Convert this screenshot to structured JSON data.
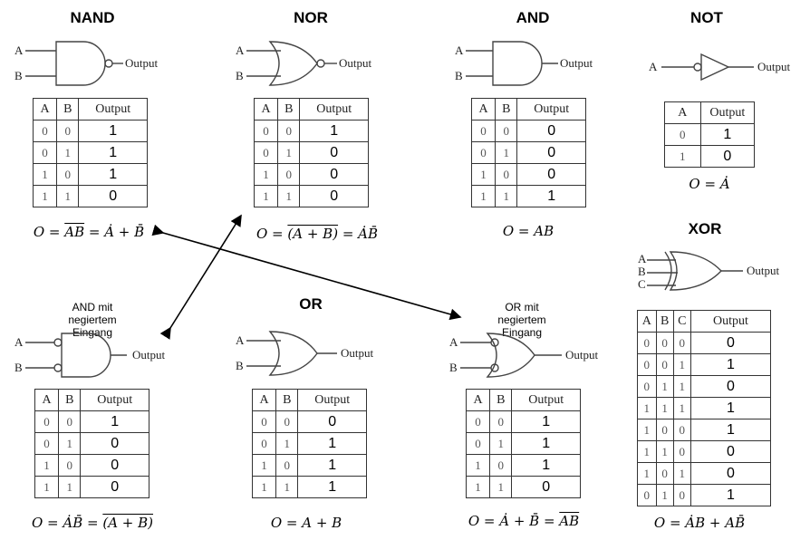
{
  "gates": [
    {
      "id": "nand",
      "title": "NAND",
      "inputs": [
        "A",
        "B"
      ],
      "output": "Output",
      "header": [
        "A",
        "B",
        "Output"
      ],
      "rows": [
        [
          "0",
          "0",
          "1"
        ],
        [
          "0",
          "1",
          "1"
        ],
        [
          "1",
          "0",
          "1"
        ],
        [
          "1",
          "1",
          "0"
        ]
      ]
    },
    {
      "id": "nor",
      "title": "NOR",
      "inputs": [
        "A",
        "B"
      ],
      "output": "Output",
      "header": [
        "A",
        "B",
        "Output"
      ],
      "rows": [
        [
          "0",
          "0",
          "1"
        ],
        [
          "0",
          "1",
          "0"
        ],
        [
          "1",
          "0",
          "0"
        ],
        [
          "1",
          "1",
          "0"
        ]
      ]
    },
    {
      "id": "and",
      "title": "AND",
      "inputs": [
        "A",
        "B"
      ],
      "output": "Output",
      "header": [
        "A",
        "B",
        "Output"
      ],
      "rows": [
        [
          "0",
          "0",
          "0"
        ],
        [
          "0",
          "1",
          "0"
        ],
        [
          "1",
          "0",
          "0"
        ],
        [
          "1",
          "1",
          "1"
        ]
      ]
    },
    {
      "id": "not",
      "title": "NOT",
      "inputs": [
        "A"
      ],
      "output": "Output",
      "header": [
        "A",
        "Output"
      ],
      "rows": [
        [
          "0",
          "1"
        ],
        [
          "1",
          "0"
        ]
      ]
    },
    {
      "id": "xor",
      "title": "XOR",
      "inputs": [
        "A",
        "B",
        "C"
      ],
      "output": "Output",
      "header": [
        "A",
        "B",
        "C",
        "Output"
      ],
      "rows": [
        [
          "0",
          "0",
          "0",
          "0"
        ],
        [
          "0",
          "0",
          "1",
          "1"
        ],
        [
          "0",
          "1",
          "1",
          "0"
        ],
        [
          "1",
          "1",
          "1",
          "1"
        ],
        [
          "1",
          "0",
          "0",
          "1"
        ],
        [
          "1",
          "1",
          "0",
          "0"
        ],
        [
          "1",
          "0",
          "1",
          "0"
        ],
        [
          "0",
          "1",
          "0",
          "1"
        ]
      ]
    },
    {
      "id": "andneg",
      "title": "AND mit negiertem Eingang",
      "inputs": [
        "A",
        "B"
      ],
      "output": "Output",
      "header": [
        "A",
        "B",
        "Output"
      ],
      "rows": [
        [
          "0",
          "0",
          "1"
        ],
        [
          "0",
          "1",
          "0"
        ],
        [
          "1",
          "0",
          "0"
        ],
        [
          "1",
          "1",
          "0"
        ]
      ]
    },
    {
      "id": "or",
      "title": "OR",
      "inputs": [
        "A",
        "B"
      ],
      "output": "Output",
      "header": [
        "A",
        "B",
        "Output"
      ],
      "rows": [
        [
          "0",
          "0",
          "0"
        ],
        [
          "0",
          "1",
          "1"
        ],
        [
          "1",
          "0",
          "1"
        ],
        [
          "1",
          "1",
          "1"
        ]
      ]
    },
    {
      "id": "orneg",
      "title": "OR mit negiertem Eingang",
      "inputs": [
        "A",
        "B"
      ],
      "output": "Output",
      "header": [
        "A",
        "B",
        "Output"
      ],
      "rows": [
        [
          "0",
          "0",
          "1"
        ],
        [
          "0",
          "1",
          "1"
        ],
        [
          "1",
          "0",
          "1"
        ],
        [
          "1",
          "1",
          "0"
        ]
      ]
    }
  ],
  "formulas": {
    "nand": [
      "O = ",
      "AB",
      " = Ȧ + B̄"
    ],
    "nor": [
      "O = ",
      "(A + B)",
      " = ȦB̄"
    ],
    "and": [
      "O = AB"
    ],
    "not": [
      "O = Ȧ"
    ],
    "xor": [
      "O = ȦB + AB̄"
    ],
    "andneg": [
      "O = ȦB̄ = ",
      "(A + B)"
    ],
    "or": [
      "O = A + B"
    ],
    "orneg": [
      "O = Ȧ + B̄ = ",
      "AB"
    ]
  }
}
